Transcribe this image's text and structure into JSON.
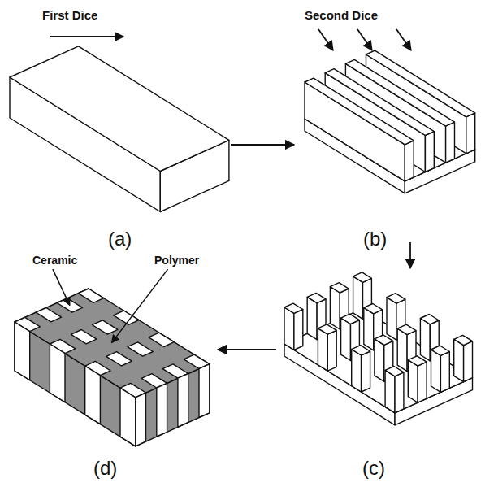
{
  "diagram": {
    "labels": [
      "First Dice",
      "Second Dice",
      "(a)",
      "(b)",
      "Ceramic",
      "Polymer",
      "(d)",
      "(c)"
    ]
  }
}
